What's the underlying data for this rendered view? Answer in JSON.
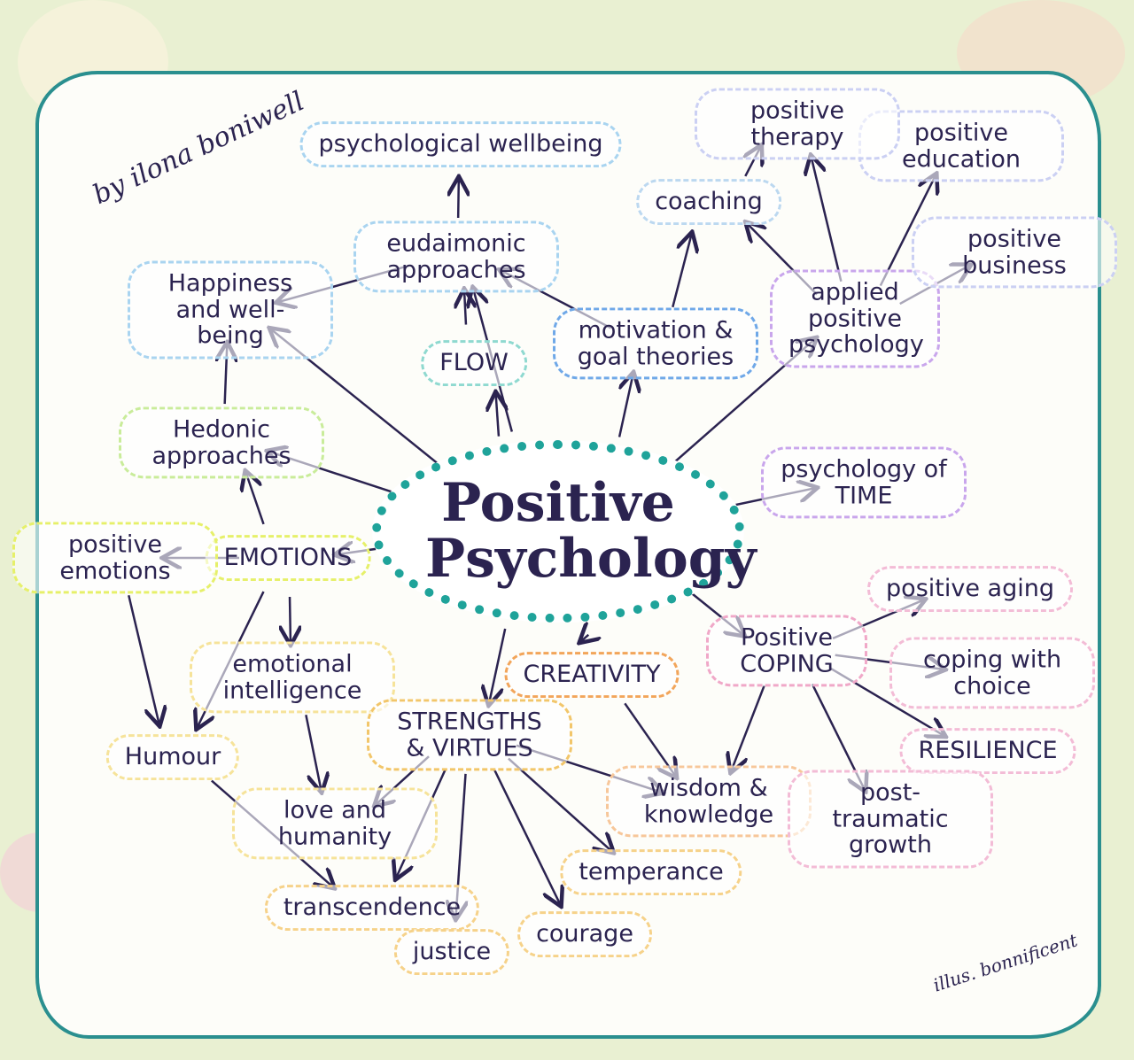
{
  "title": "Positive Psychology",
  "author_credit": "by ilona boniwell",
  "illustrator_credit": "illus. bonnificent",
  "nodes": [
    {
      "id": "center",
      "label": "Positive Psychology",
      "color": "#1fa39a"
    },
    {
      "id": "pw",
      "label": "psychological wellbeing",
      "color": "#a9d4f0"
    },
    {
      "id": "eud",
      "label": "eudaimonic approaches",
      "color": "#a9d4f0"
    },
    {
      "id": "hap",
      "label": "Happiness and well-being",
      "color": "#a9d4f0"
    },
    {
      "id": "flow",
      "label": "FLOW",
      "color": "#8fd9d0"
    },
    {
      "id": "hed",
      "label": "Hedonic approaches",
      "color": "#c9ec9a"
    },
    {
      "id": "emo",
      "label": "EMOTIONS",
      "color": "#e6f06a"
    },
    {
      "id": "pemo",
      "label": "positive emotions",
      "color": "#e6f06a"
    },
    {
      "id": "ei",
      "label": "emotional intelligence",
      "color": "#f6e39a"
    },
    {
      "id": "hum",
      "label": "Humour",
      "color": "#f6e39a"
    },
    {
      "id": "love",
      "label": "love and humanity",
      "color": "#f6e39a"
    },
    {
      "id": "trans",
      "label": "transcendence",
      "color": "#f6d28a"
    },
    {
      "id": "just",
      "label": "justice",
      "color": "#f6d28a"
    },
    {
      "id": "cour",
      "label": "courage",
      "color": "#f6d28a"
    },
    {
      "id": "temp",
      "label": "temperance",
      "color": "#f6d28a"
    },
    {
      "id": "wis",
      "label": "wisdom & knowledge",
      "color": "#f7c79a"
    },
    {
      "id": "sv",
      "label": "STRENGTHS & VIRTUES",
      "color": "#f2c66a"
    },
    {
      "id": "cre",
      "label": "CREATIVITY",
      "color": "#f2a55a"
    },
    {
      "id": "pc",
      "label": "Positive COPING",
      "color": "#f0a8c8"
    },
    {
      "id": "age",
      "label": "positive aging",
      "color": "#f3bcd6"
    },
    {
      "id": "ccc",
      "label": "coping with choice",
      "color": "#f3bcd6"
    },
    {
      "id": "res",
      "label": "RESILIENCE",
      "color": "#f3bcd6"
    },
    {
      "id": "ptg",
      "label": "post-traumatic growth",
      "color": "#f3bcd6"
    },
    {
      "id": "time",
      "label": "psychology of TIME",
      "color": "#c9a6ec"
    },
    {
      "id": "app",
      "label": "applied positive psychology",
      "color": "#c9a6ec"
    },
    {
      "id": "bus",
      "label": "positive business",
      "color": "#cbd0f3"
    },
    {
      "id": "edu",
      "label": "positive education",
      "color": "#cbd0f3"
    },
    {
      "id": "ther",
      "label": "positive therapy",
      "color": "#cbd0f3"
    },
    {
      "id": "coach",
      "label": "coaching",
      "color": "#bcd8f0"
    },
    {
      "id": "mot",
      "label": "motivation & goal theories",
      "color": "#6fa8e8"
    }
  ],
  "edges": [
    [
      "eud",
      "pw"
    ],
    [
      "center",
      "eud"
    ],
    [
      "eud",
      "hap"
    ],
    [
      "center",
      "hap"
    ],
    [
      "center",
      "flow"
    ],
    [
      "flow",
      "eud"
    ],
    [
      "center",
      "hed"
    ],
    [
      "hed",
      "hap"
    ],
    [
      "center",
      "emo"
    ],
    [
      "emo",
      "hed"
    ],
    [
      "emo",
      "pemo"
    ],
    [
      "emo",
      "ei"
    ],
    [
      "emo",
      "hum"
    ],
    [
      "pemo",
      "hum"
    ],
    [
      "ei",
      "love"
    ],
    [
      "hum",
      "trans"
    ],
    [
      "center",
      "sv"
    ],
    [
      "sv",
      "love"
    ],
    [
      "sv",
      "trans"
    ],
    [
      "sv",
      "just"
    ],
    [
      "sv",
      "cour"
    ],
    [
      "sv",
      "temp"
    ],
    [
      "sv",
      "wis"
    ],
    [
      "center",
      "cre"
    ],
    [
      "cre",
      "wis"
    ],
    [
      "center",
      "pc"
    ],
    [
      "pc",
      "age"
    ],
    [
      "pc",
      "ccc"
    ],
    [
      "pc",
      "res"
    ],
    [
      "pc",
      "ptg"
    ],
    [
      "pc",
      "wis"
    ],
    [
      "center",
      "time"
    ],
    [
      "center",
      "app"
    ],
    [
      "app",
      "bus"
    ],
    [
      "app",
      "edu"
    ],
    [
      "app",
      "ther"
    ],
    [
      "app",
      "coach"
    ],
    [
      "coach",
      "ther"
    ],
    [
      "center",
      "mot"
    ],
    [
      "mot",
      "coach"
    ],
    [
      "mot",
      "eud"
    ]
  ]
}
